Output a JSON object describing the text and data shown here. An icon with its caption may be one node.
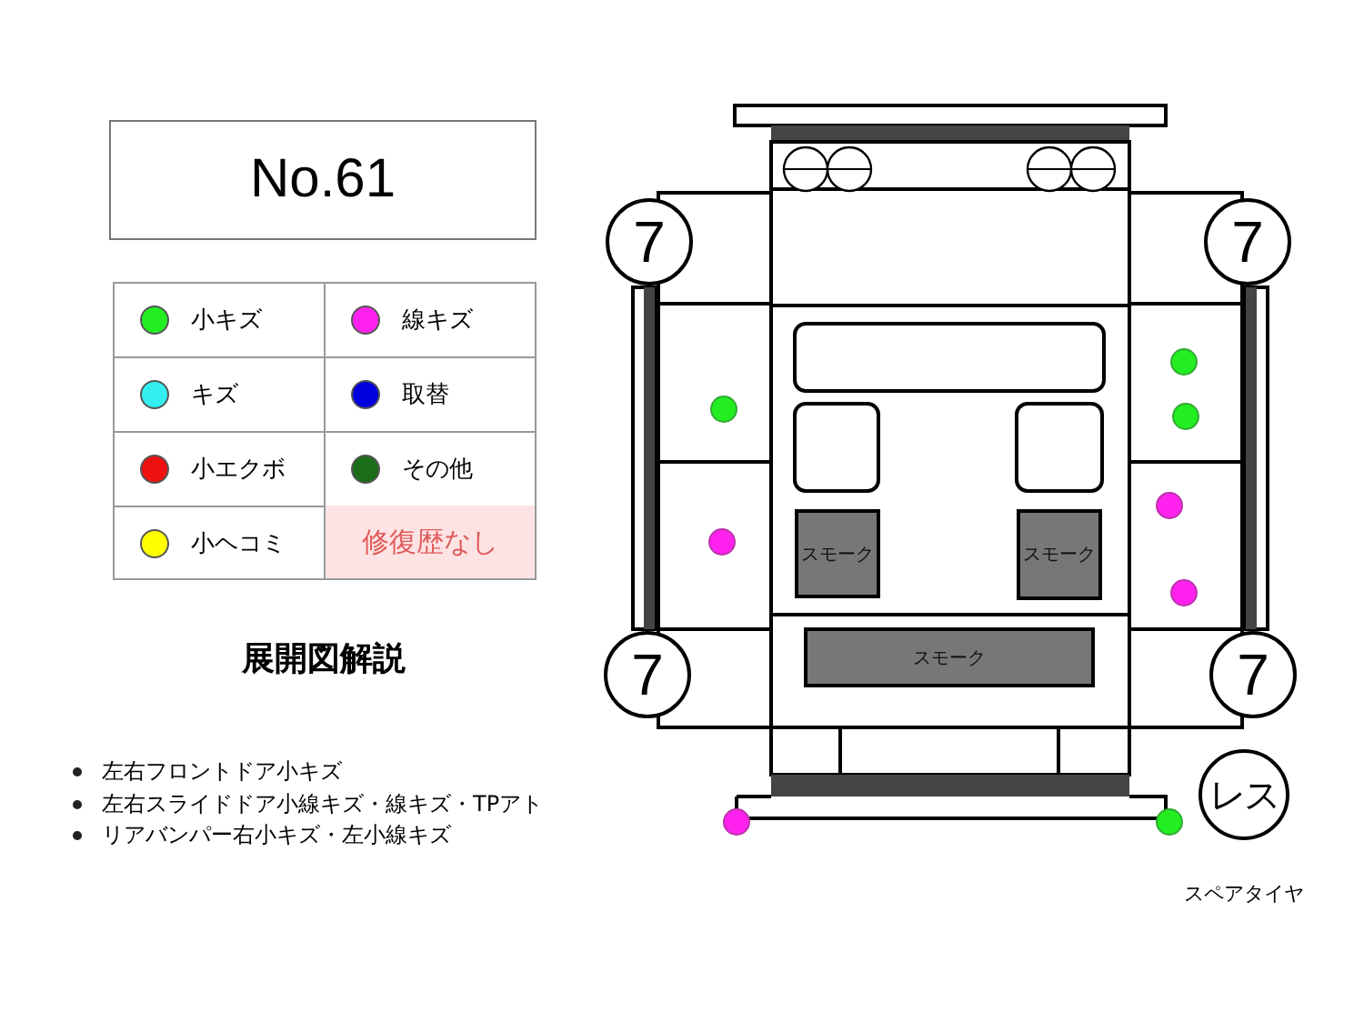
{
  "diagram": {
    "nodes": [
      {
        "text": [
          "No.61"
        ]
      },
      {
        "text": [
          "7"
        ]
      },
      {
        "text": [
          "7"
        ]
      },
      {
        "text": [
          "7"
        ]
      },
      {
        "text": [
          "7"
        ]
      },
      {
        "text": [
          "スモーク"
        ]
      },
      {
        "text": [
          "スモーク"
        ]
      },
      {
        "text": [
          "スモーク"
        ]
      },
      {
        "text": [
          "レス"
        ],
        "beside": [
          "スペアタイヤ"
        ]
      }
    ],
    "labels": [
      "修復歴なし",
      "展開図解説",
      "左右フロントドア小キズ",
      "左右スライドドア小線キズ・線キズ・TPアト",
      "リアバンパー右小キズ・左小線キズ"
    ],
    "legend": [
      {
        "text": "小キズ",
        "color": "#22ee22"
      },
      {
        "text": "線キズ",
        "color": "#ff22ee"
      },
      {
        "text": "キズ",
        "color": "#33eeee"
      },
      {
        "text": "取替",
        "color": "#0000dd"
      },
      {
        "text": "小エクボ",
        "color": "#ee1111"
      },
      {
        "text": "その他",
        "color": "#1a6e1a"
      },
      {
        "text": "小ヘコミ",
        "color": "#ffff00"
      }
    ]
  }
}
